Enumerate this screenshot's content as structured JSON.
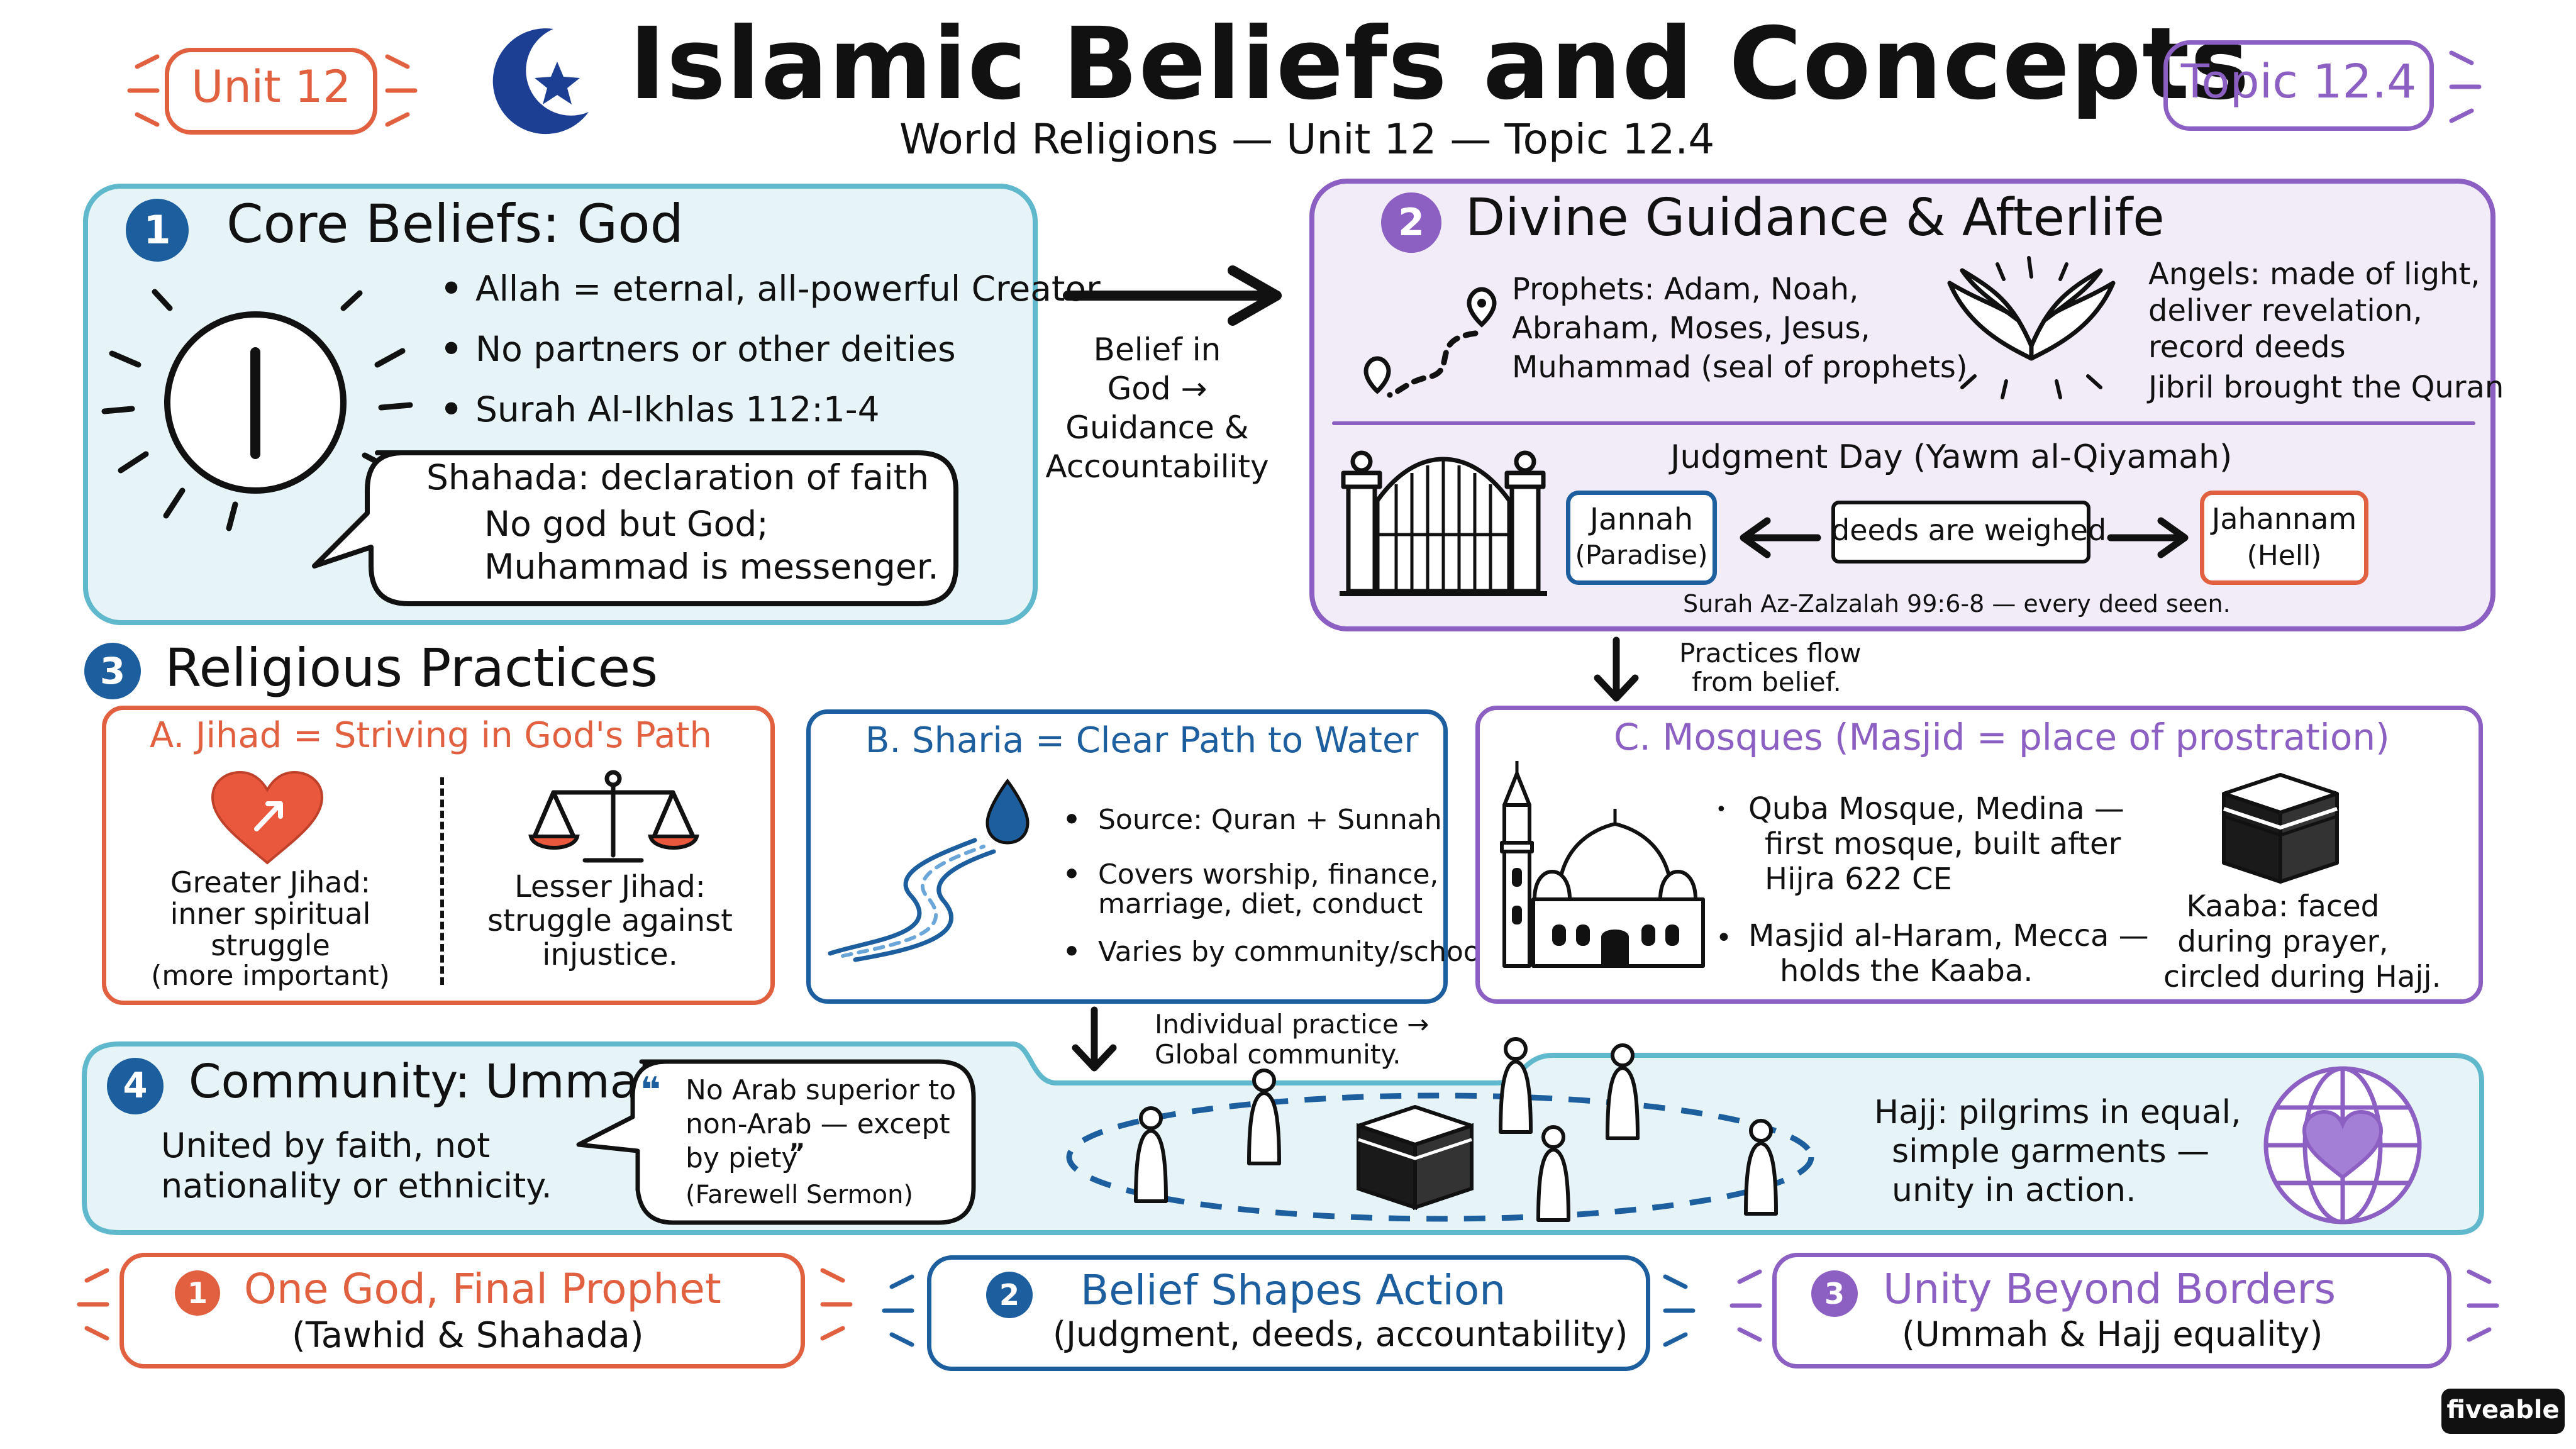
{
  "header": {
    "unit_badge": "Unit 12",
    "title": "Islamic Beliefs and Concepts",
    "subtitle": "World Religions — Unit 12 — Topic 12.4",
    "topic_badge": "Topic 12.4"
  },
  "colors": {
    "teal": "#5fb8cc",
    "teal_fill": "#e6f4f8",
    "purple": "#8c5fc2",
    "purple_fill": "#f2ecf9",
    "red": "#e1603f",
    "blue": "#1d5f9e",
    "navy": "#1c3f94",
    "dark": "#111111"
  },
  "core_beliefs": {
    "number": "1",
    "title": "Core Beliefs: God",
    "bullets": [
      "Allah = eternal, all-powerful Creator",
      "No partners or other deities",
      "Surah Al-Ikhlas 112:1-4"
    ],
    "shahada_title": "Shahada: declaration of faith",
    "shahada_line1": "No god but God;",
    "shahada_line2": "Muhammad is messenger."
  },
  "connector1": {
    "line1": "Belief in",
    "line2": "God →",
    "line3": "Guidance &",
    "line4": "Accountability"
  },
  "guidance": {
    "number": "2",
    "title": "Divine Guidance & Afterlife",
    "prophets": [
      "Prophets: Adam, Noah,",
      "Abraham, Moses, Jesus,",
      "Muhammad (seal of prophets)"
    ],
    "angels": [
      "Angels: made of light,",
      "deliver revelation,",
      "record deeds",
      "Jibril brought the Quran"
    ],
    "judgment_title": "Judgment Day (Yawm al-Qiyamah)",
    "jannah": "Jannah",
    "jannah_sub": "(Paradise)",
    "deeds": "deeds are weighed",
    "jahannam": "Jahannam",
    "jahannam_sub": "(Hell)",
    "verse": "Surah Az-Zalzalah 99:6-8 — every deed seen."
  },
  "connector2": {
    "line1": "Practices flow",
    "line2": "from belief."
  },
  "practices": {
    "number": "3",
    "title": "Religious Practices",
    "jihad": {
      "title": "A. Jihad = Striving in God's Path",
      "greater": [
        "Greater Jihad:",
        "inner spiritual",
        "struggle",
        "(more important)"
      ],
      "lesser": [
        "Lesser Jihad:",
        "struggle against",
        "injustice."
      ]
    },
    "sharia": {
      "title": "B. Sharia = Clear Path to Water",
      "bullets": [
        "Source: Quran + Sunnah",
        "Covers worship, finance,",
        "marriage, diet, conduct",
        "Varies by community/school"
      ]
    },
    "mosques": {
      "title": "C. Mosques (Masjid = place of prostration)",
      "quba": [
        "Quba Mosque, Medina —",
        "first mosque, built after",
        "Hijra 622 CE"
      ],
      "haram": [
        "Masjid al-Haram, Mecca —",
        "holds the Kaaba."
      ],
      "kaaba": [
        "Kaaba: faced",
        "during prayer,",
        "circled during Hajj."
      ]
    }
  },
  "connector3": {
    "line1": "Individual practice →",
    "line2": "Global community."
  },
  "community": {
    "number": "4",
    "title": "Community: Ummah",
    "text": [
      "United by faith, not",
      "nationality or ethnicity."
    ],
    "quote": [
      "No Arab superior to",
      "non-Arab — except",
      "by piety"
    ],
    "quote_source": "(Farewell Sermon)",
    "hajj": [
      "Hajj: pilgrims in equal,",
      "simple garments —",
      "unity in action."
    ]
  },
  "takeaways": [
    {
      "number": "1",
      "title": "One God, Final Prophet",
      "sub": "(Tawhid & Shahada)"
    },
    {
      "number": "2",
      "title": "Belief Shapes Action",
      "sub": "(Judgment, deeds, accountability)"
    },
    {
      "number": "3",
      "title": "Unity Beyond Borders",
      "sub": "(Ummah & Hajj equality)"
    }
  ],
  "brand": "fiveable"
}
